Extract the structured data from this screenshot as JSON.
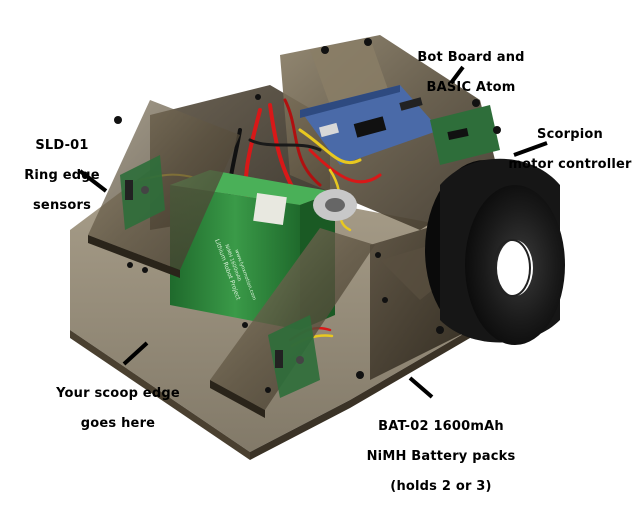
{
  "labels": {
    "bot_board": [
      "Bot Board and",
      "BASIC Atom"
    ],
    "sld": [
      "SLD-01",
      "Ring edge",
      "sensors"
    ],
    "scorpion": [
      "Scorpion",
      "motor controller"
    ],
    "scoop": [
      "Your scoop edge",
      "goes here"
    ],
    "battery": [
      "BAT-02 1600mAh",
      "NiMH Battery packs",
      "(holds 2 or 3)"
    ]
  },
  "battery_sticker": [
    "Lithium Robot Project",
    "NiMH 1600mAh",
    "www.lynxmotion.com"
  ],
  "colors": {
    "plexi": "#4a4030",
    "plexi_light": "#7a6e58",
    "pcb_blue": "#4a6aa8",
    "pcb_green": "#2e6e3a",
    "battery_green": "#2f8a3c",
    "tire": "#141414",
    "wire_red": "#d81818",
    "wire_yellow": "#e8c820"
  }
}
